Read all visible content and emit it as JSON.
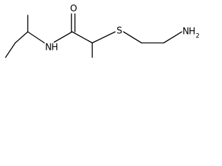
{
  "molecule": {
    "labels": {
      "oxygen": "O",
      "nitrogen_amide": "N",
      "nitrogen_hydrogen": "H",
      "sulfur": "S",
      "amine_n": "N",
      "amine_h": "H",
      "amine_subscript": "2"
    },
    "colors": {
      "bond": "#000000",
      "text": "#000000",
      "background": "#ffffff"
    }
  }
}
